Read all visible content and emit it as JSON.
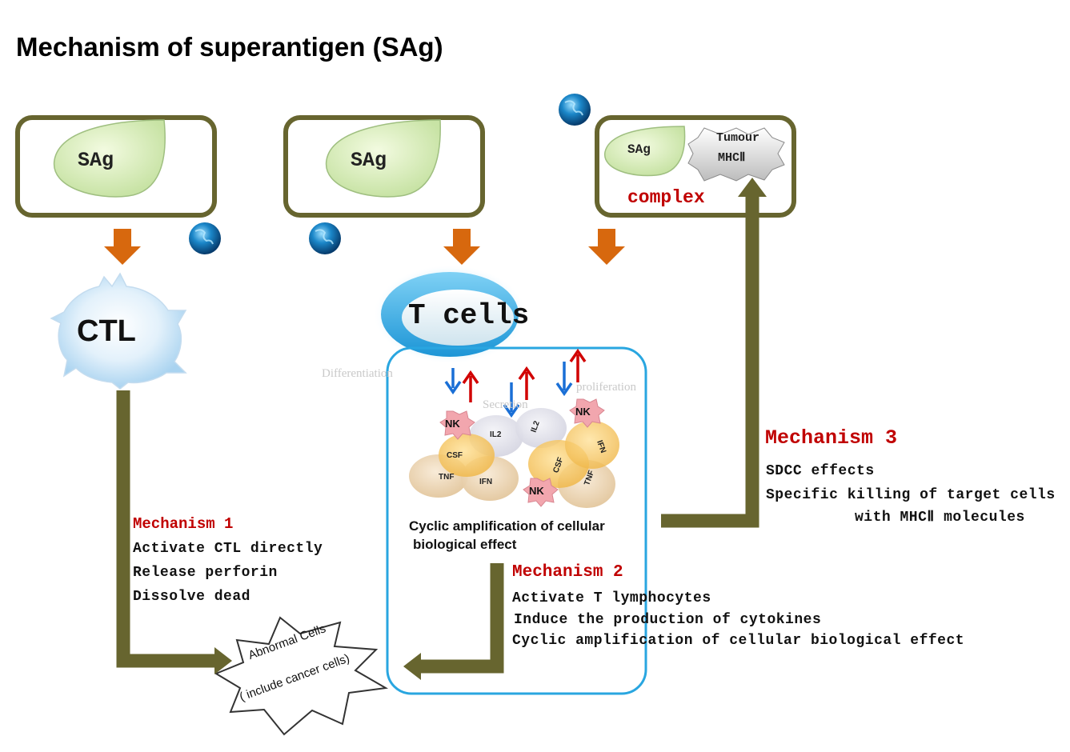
{
  "title": "Mechanism of superantigen (SAg)",
  "boxes": {
    "left_sag": "SAg",
    "middle_sag": "SAg",
    "right_sag": "SAg",
    "tumour": "Tumour",
    "mhc": "MHCⅡ",
    "complex": "complex"
  },
  "cells": {
    "ctl": "CTL",
    "t_cells": "T cells",
    "abnormal_line1": "Abnormal Cells",
    "abnormal_line2": "( include cancer cells)"
  },
  "process_labels": {
    "differentiation": "Differentiation",
    "secretion": "Secretion",
    "proliferation": "proliferation"
  },
  "cytokines": {
    "nk": "NK",
    "il2": "IL2",
    "csf": "CSF",
    "tnf": "TNF",
    "ifn": "IFN"
  },
  "cyclic_caption_line1": "Cyclic amplification of cellular",
  "cyclic_caption_line2": "biological effect",
  "mechanism1": {
    "title": "Mechanism 1",
    "lines": [
      "Activate CTL directly",
      "Release perforin",
      "Dissolve dead"
    ]
  },
  "mechanism2": {
    "title": "Mechanism 2",
    "lines": [
      "Activate T lymphocytes",
      "Induce the production of cytokines",
      "Cyclic amplification of cellular biological effect"
    ]
  },
  "mechanism3": {
    "title": "Mechanism 3",
    "lines": [
      "SDCC effects",
      "Specific killing of target cells",
      "with MHCⅡ molecules"
    ]
  },
  "colors": {
    "olive": "#67652f",
    "orange_arrow": "#d7680e",
    "mech_red": "#c00000",
    "cyan_border": "#29a6e0",
    "red_arrow": "#d10000",
    "blue_arrow": "#1a6fd6"
  }
}
